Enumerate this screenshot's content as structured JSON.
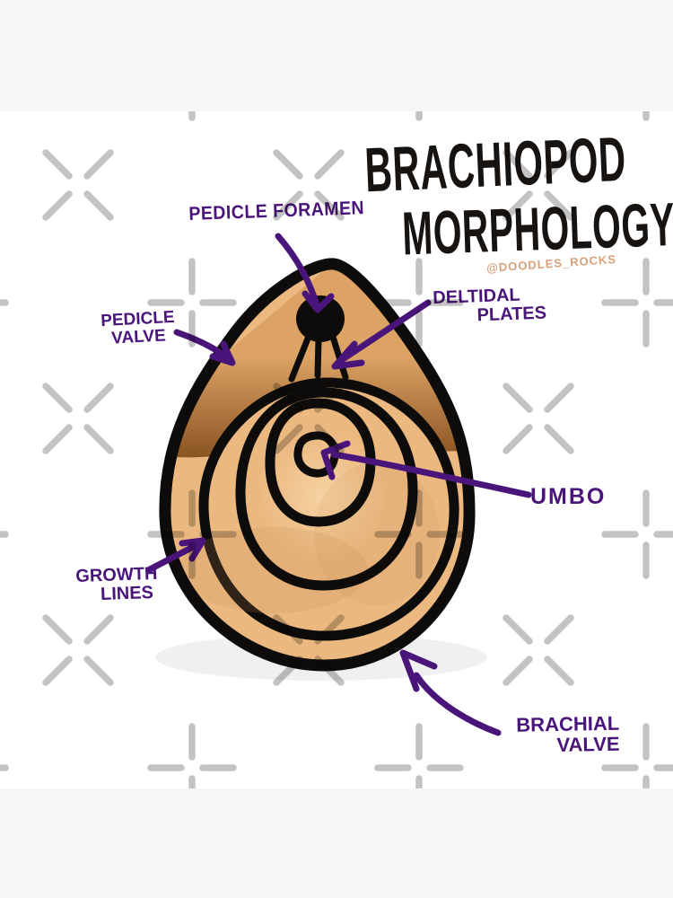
{
  "artwork": {
    "title": {
      "line1": "BRACHIOPOD",
      "line2": "MORPHOLOGY"
    },
    "signature": "@DOODLES_ROCKS",
    "labels": {
      "pedicle_foramen": "PEDICLE FORAMEN",
      "pedicle_valve": {
        "line1": "PEDICLE",
        "line2": "VALVE"
      },
      "deltidal_plates": {
        "line1": "DELTIDAL",
        "line2": "PLATES"
      },
      "umbo": "UMBO",
      "growth_lines": {
        "line1": "GROWTH",
        "line2": "LINES"
      },
      "brachial_valve": {
        "line1": "BRACHIAL",
        "line2": "VALVE"
      }
    }
  },
  "colors": {
    "page_band": "#F6F6F7",
    "artboard": "#FFFFFF",
    "ink_black": "#171310",
    "label_purple": "#4A157B",
    "signature_tan": "#D8A079",
    "shell_highlight": "#F6D2A2",
    "shell_tan": "#EBB87F",
    "shell_shade": "#DFA76E",
    "hinge_brown_light": "#DCA365",
    "hinge_brown_dark": "#86501F",
    "outline_black": "#0E0C0A",
    "watermark_gray": "#C3C3C3"
  }
}
